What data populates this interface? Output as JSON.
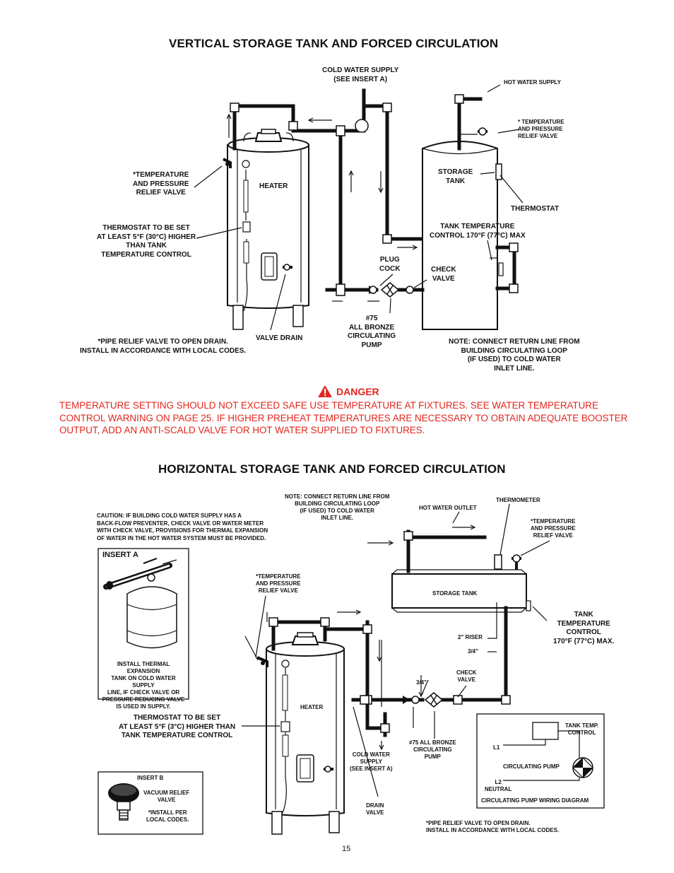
{
  "top": {
    "title": "VERTICAL STORAGE TANK AND FORCED CIRCULATION",
    "cold_water_supply": "COLD WATER SUPPLY\n(SEE INSERT A)",
    "hot_water_supply": "HOT WATER SUPPLY",
    "tp_valve_right": "* TEMPERATURE\nAND PRESSURE\nRELIEF VALVE",
    "tp_valve_left": "*TEMPERATURE\nAND PRESSURE\nRELIEF VALVE",
    "heater": "HEATER",
    "storage_tank": "STORAGE\nTANK",
    "thermostat": "THERMOSTAT",
    "thermostat_note": "THERMOSTAT TO BE SET\nAT LEAST 5°F (30°C) HIGHER\nTHAN TANK\nTEMPERATURE CONTROL",
    "tank_temp_control": "TANK TEMPERATURE\nCONTROL 170°F (77°C) MAX",
    "plug_cock": "PLUG\nCOCK",
    "check_valve": "CHECK\nVALVE",
    "pump": "#75\nALL BRONZE\nCIRCULATING\nPUMP",
    "valve_drain": "VALVE DRAIN",
    "pipe_relief": "*PIPE RELIEF VALVE TO OPEN DRAIN.\nINSTALL IN ACCORDANCE WITH LOCAL CODES.",
    "return_note": "NOTE: CONNECT RETURN LINE FROM\nBUILDING CIRCULATING LOOP\n(IF USED) TO COLD WATER\nINLET LINE."
  },
  "danger": {
    "title": "DANGER",
    "text": "TEMPERATURE SETTING SHOULD NOT EXCEED SAFE USE TEMPERATURE AT FIXTURES.  SEE WATER TEMPERATURE CONTROL WARNING ON PAGE 25. IF HIGHER PREHEAT TEMPERATURES ARE NECESSARY TO OBTAIN ADEQUATE BOOSTER OUTPUT, ADD AN ANTI-SCALD VALVE FOR HOT WATER SUPPLIED TO FIXTURES."
  },
  "bottom": {
    "title": "HORIZONTAL STORAGE TANK AND FORCED CIRCULATION",
    "return_note": "NOTE: CONNECT RETURN LINE FROM\nBUILDING CIRCULATING LOOP\n(IF USED) TO COLD WATER\nINLET LINE.",
    "hot_water_outlet": "HOT WATER OUTLET",
    "thermometer": "THERMOMETER",
    "caution": "CAUTION: IF BUILDING COLD WATER SUPPLY HAS A\nBACK-FLOW PREVENTER, CHECK VALVE OR WATER METER\nWITH CHECK VALVE, PROVISIONS FOR THERMAL EXPANSION\nOF WATER IN THE HOT WATER SYSTEM MUST BE PROVIDED.",
    "tp_valve_right": "*TEMPERATURE\nAND PRESSURE\nRELIEF VALVE",
    "insert_a": "INSERT  A",
    "insert_a_note": "INSTALL THERMAL EXPANSION\nTANK ON COLD WATER SUPPLY\nLINE, IF CHECK VALVE OR\nPRESSURE REDUCING VALVE\nIS USED IN SUPPLY.",
    "tp_valve_mid": "*TEMPERATURE\nAND PRESSURE\nRELIEF VALVE",
    "storage_tank": "STORAGE TANK",
    "tank_temp_control": "TANK\nTEMPERATURE\nCONTROL\n170°F (77°C) MAX.",
    "riser": "2\" RISER",
    "three_quarter_a": "3/4\"",
    "three_quarter_b": "3/4\"",
    "check_valve": "CHECK\nVALVE",
    "thermostat_note": "THERMOSTAT TO BE SET\nAT LEAST 5°F (3°C) HIGHER THAN\nTANK TEMPERATURE CONTROL",
    "heater": "HEATER",
    "cold_water_supply": "COLD WATER\nSUPPLY\n(SEE INSERT A)",
    "pump": "#75 ALL BRONZE\nCIRCULATING\nPUMP",
    "insert_b": "INSERT B",
    "vacuum": "VACUUM RELIEF\nVALVE",
    "install_per": "*INSTALL PER\nLOCAL CODES.",
    "drain_valve": "DRAIN\nVALVE",
    "wiring": {
      "tank_temp": "TANK TEMP.\nCONTROL",
      "l1": "L1",
      "circ_pump": "CIRCULATING PUMP",
      "l2": "L2\nNEUTRAL",
      "caption": "CIRCULATING PUMP WIRING DIAGRAM"
    },
    "pipe_relief": "*PIPE RELIEF VALVE TO OPEN DRAIN.\nINSTALL IN ACCORDANCE WITH LOCAL CODES."
  },
  "page_number": "15"
}
